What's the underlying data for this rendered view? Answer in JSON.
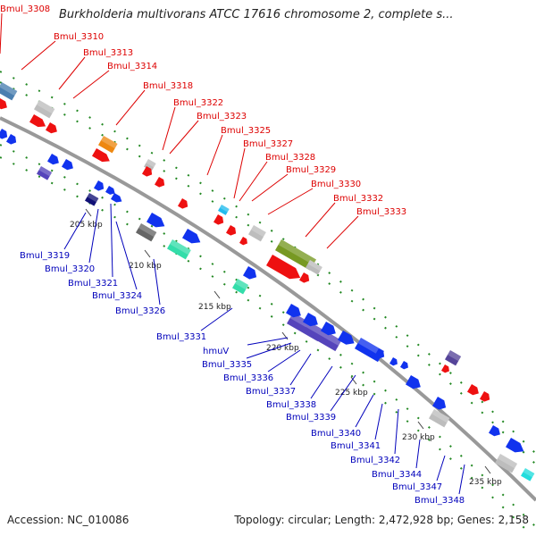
{
  "title": "Burkholderia multivorans ATCC 17616 chromosome 2, complete s...",
  "footer": {
    "accession": "Accession: NC_010086",
    "summary": "Topology: circular; Length: 2,472,928 bp; Genes: 2,158"
  },
  "colors": {
    "top_label": "#dd0000",
    "bottom_label": "#0000bb",
    "backbone": "#999999",
    "tick": "#228822"
  },
  "top_genes": [
    "Bmul_3308",
    "Bmul_3310",
    "Bmul_3313",
    "Bmul_3314",
    "Bmul_3318",
    "Bmul_3322",
    "Bmul_3323",
    "Bmul_3325",
    "Bmul_3327",
    "Bmul_3328",
    "Bmul_3329",
    "Bmul_3330",
    "Bmul_3332",
    "Bmul_3333"
  ],
  "bottom_genes": [
    "Bmul_3319",
    "Bmul_3320",
    "Bmul_3321",
    "Bmul_3324",
    "Bmul_3326",
    "Bmul_3331",
    "hmuV",
    "Bmul_3335",
    "Bmul_3336",
    "Bmul_3337",
    "Bmul_3338",
    "Bmul_3339",
    "Bmul_3340",
    "Bmul_3341",
    "Bmul_3342",
    "Bmul_3344",
    "Bmul_3347",
    "Bmul_3348"
  ],
  "scale_labels": [
    "205 kbp",
    "210 kbp",
    "215 kbp",
    "220 kbp",
    "225 kbp",
    "230 kbp",
    "235 kbp"
  ]
}
